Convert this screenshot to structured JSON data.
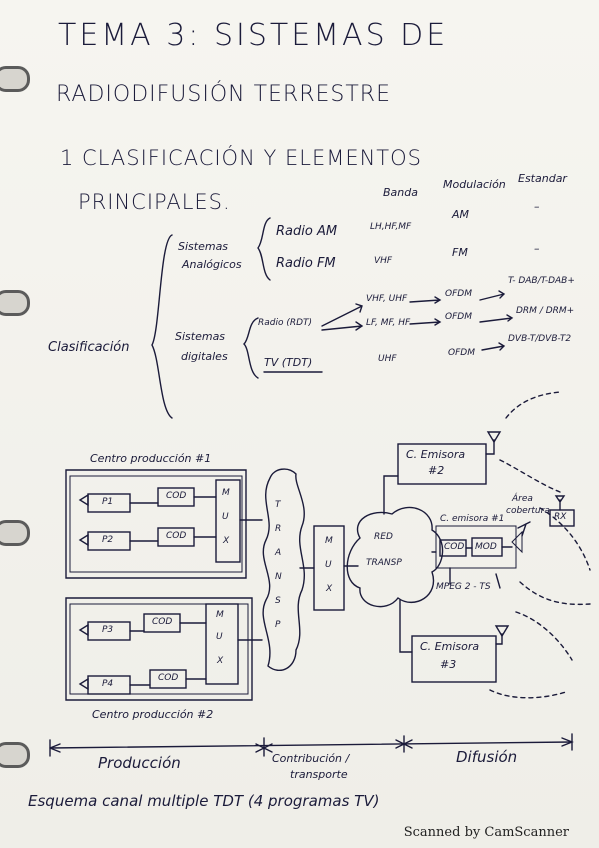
{
  "title_line1": "TEMA 3: SISTEMAS DE",
  "title_line2": "RADIODIFUSIÓN TERRESTRE",
  "section_line1": "1 CLASIFICACIÓN Y ELEMENTOS",
  "section_line2": "PRINCIPALES.",
  "columns": {
    "banda": "Banda",
    "modulacion": "Modulación",
    "estandar": "Estandar"
  },
  "clasificacion": "Clasificación",
  "analogicos": {
    "label1": "Sistemas",
    "label2": "Analógicos",
    "rows": [
      {
        "name": "Radio AM",
        "banda": "LH,HF,MF",
        "mod": "AM",
        "std": "–"
      },
      {
        "name": "Radio FM",
        "banda": "VHF",
        "mod": "FM",
        "std": "–"
      }
    ]
  },
  "digitales": {
    "label1": "Sistemas",
    "label2": "digitales",
    "radio": "Radio (RDT)",
    "radio_rows": [
      {
        "banda": "VHF, UHF",
        "mod": "OFDM",
        "std": "T- DAB/T-DAB+"
      },
      {
        "banda": "LF, MF, HF",
        "mod": "OFDM",
        "std": "DRM / DRM+"
      }
    ],
    "tv": "TV (TDT)",
    "tv_row": {
      "banda": "UHF",
      "mod": "OFDM",
      "std": "DVB-T/DVB-T2"
    }
  },
  "diagram": {
    "centro1": "Centro producción #1",
    "centro2": "Centro producción #2",
    "p1": "P1",
    "p2": "P2",
    "p3": "P3",
    "p4": "P4",
    "cod": "COD",
    "mux": "MUX",
    "mux_letters": [
      "M",
      "U",
      "X"
    ],
    "transp_letters": [
      "T",
      "R",
      "A",
      "N",
      "S",
      "P"
    ],
    "red1": "RED",
    "red2": "TRANSP",
    "emisora2_l1": "C. Emisora",
    "emisora2_l2": "#2",
    "emisora1": "C. emisora #1",
    "mod": "MOD",
    "area1": "Área",
    "area2": "cobertura",
    "rx": "RX",
    "mpeg": "MPEG 2 - TS",
    "emisora3_l1": "C. Emisora",
    "emisora3_l2": "#3"
  },
  "stages": {
    "produccion": "Producción",
    "contribucion1": "Contribución /",
    "contribucion2": "transporte",
    "difusion": "Difusión"
  },
  "caption": "Esquema canal multiple TDT (4 programas TV)",
  "scanned_by": "Scanned by CamScanner",
  "colors": {
    "ink": "#1b1b3a",
    "paper": "#f4f3ee"
  }
}
